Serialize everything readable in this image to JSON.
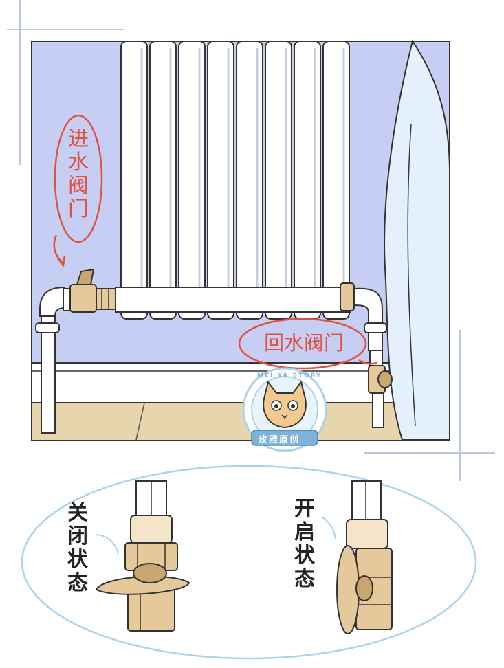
{
  "labels": {
    "inlet_valve": [
      "进",
      "水",
      "阀",
      "门"
    ],
    "return_valve": "回水阀门",
    "closed_state": [
      "关",
      "闭",
      "状",
      "态"
    ],
    "open_state": [
      "开",
      "启",
      "状",
      "态"
    ]
  },
  "watermark": {
    "text": "玫雅原创",
    "ring_text": "MEI YA STORY"
  },
  "colors": {
    "wall": "#c6cef4",
    "floor": "#e7d5ae",
    "baseboard": "#ffffff",
    "radiator": "#ffffff",
    "outline": "#333333",
    "brass": "#e6c99b",
    "brass_shadow": "#c9a570",
    "annotation_red": "#e0523f",
    "oval_blue": "#a9d3ec",
    "curtain": "#e4f0fb",
    "frame_accent": "#b8c8e6"
  }
}
